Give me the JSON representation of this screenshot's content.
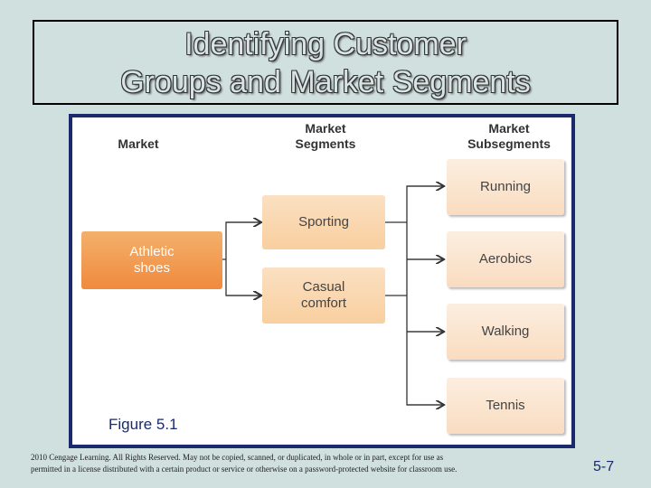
{
  "slide": {
    "title_line1": "Identifying Customer",
    "title_line2": "Groups and Market Segments",
    "page_number": "5-7",
    "footer_line1": "2010 Cengage Learning. All Rights Reserved. May not be copied, scanned, or duplicated, in whole or in part, except for use as",
    "footer_line2": "permitted in a license distributed with a certain product or service or otherwise on a password-protected website for classroom use."
  },
  "figure": {
    "label": "Figure 5.1",
    "headers": {
      "market": "Market",
      "segments_line1": "Market",
      "segments_line2": "Segments",
      "subsegments_line1": "Market",
      "subsegments_line2": "Subsegments"
    },
    "market": {
      "line1": "Athletic",
      "line2": "shoes"
    },
    "segments": [
      {
        "line1": "Sporting",
        "line2": ""
      },
      {
        "line1": "Casual",
        "line2": "comfort"
      }
    ],
    "subsegments": [
      "Running",
      "Aerobics",
      "Walking",
      "Tennis"
    ],
    "colors": {
      "market_fill": "#f08a3e",
      "segment_fill": "#f9cf9f",
      "subsegment_fill": "#fceee0",
      "frame": "#1a2a6c",
      "background": "#cfe0df"
    }
  }
}
